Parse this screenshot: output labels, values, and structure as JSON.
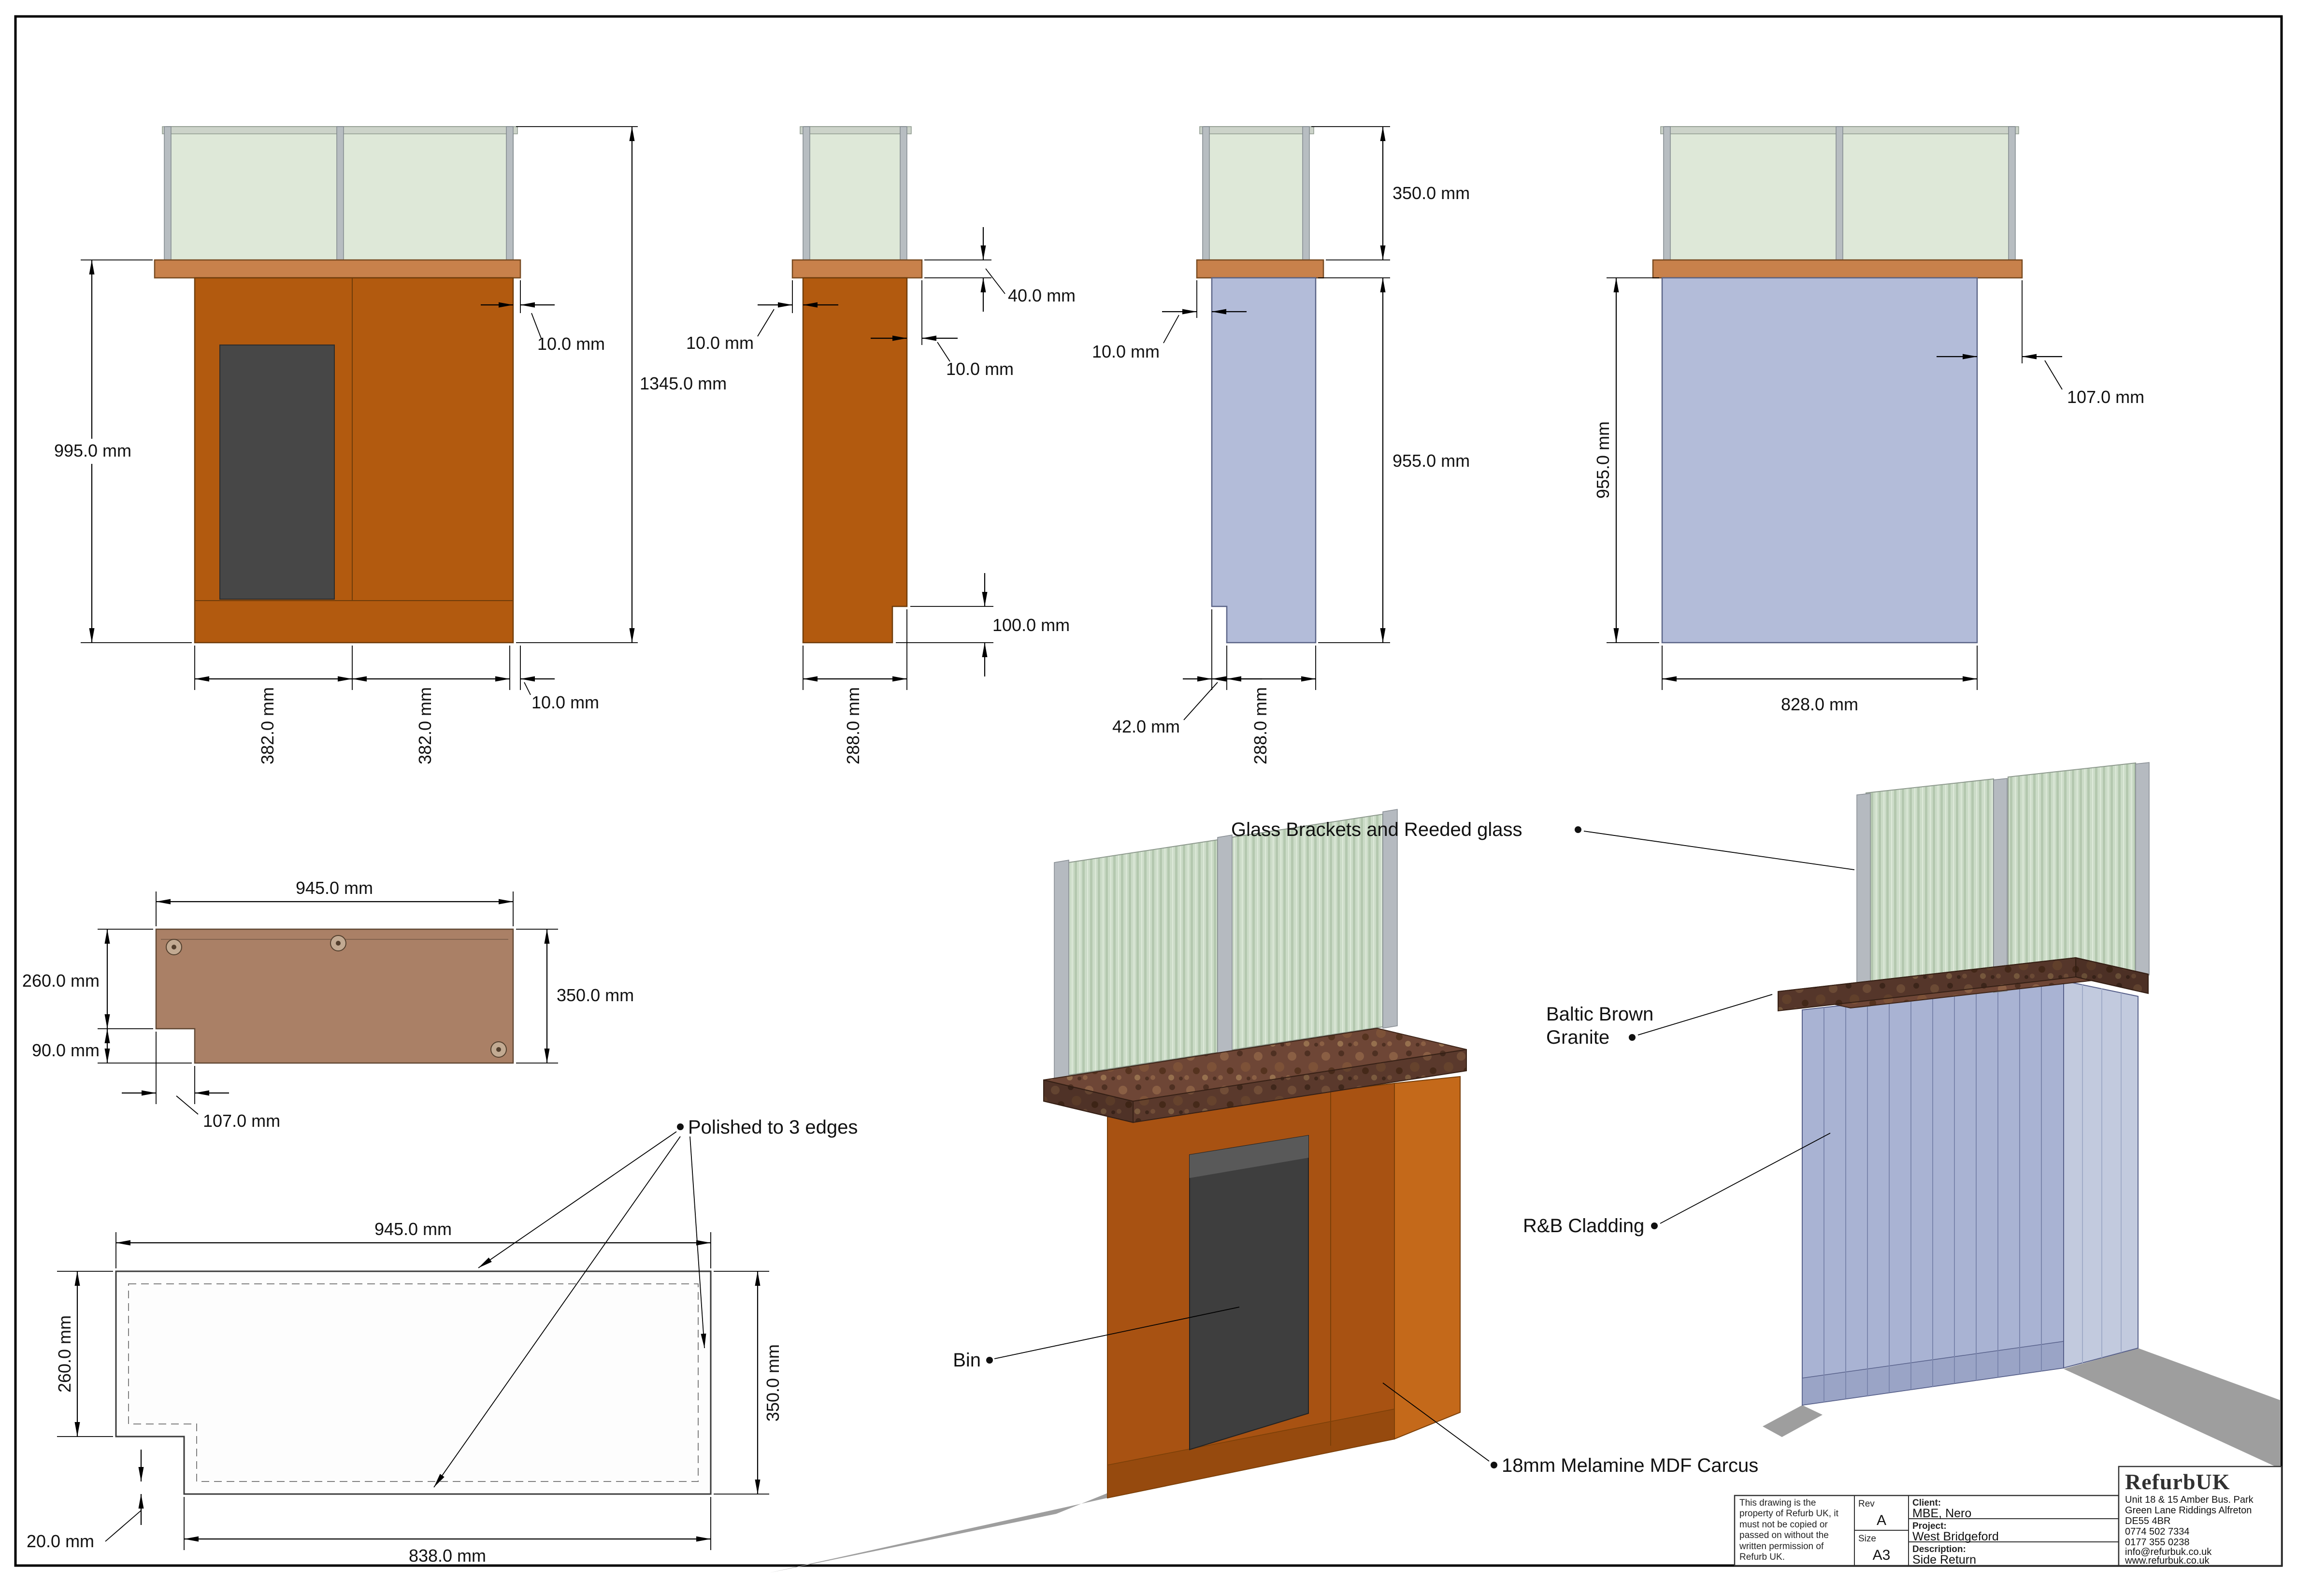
{
  "sheet": {
    "background": "#ffffff",
    "border_color": "#000000"
  },
  "dims": {
    "front": {
      "height": "995.0 mm",
      "overall_height": "1345.0 mm",
      "top_overhang": "10.0 mm",
      "bay_left": "382.0 mm",
      "bay_right": "382.0 mm",
      "bottom_gap": "10.0 mm"
    },
    "side_a": {
      "left_overhang": "10.0 mm",
      "worktop_thickness": "40.0 mm",
      "right_overhang": "10.0 mm",
      "plinth_height": "100.0 mm",
      "depth": "288.0 mm"
    },
    "side_b": {
      "glass_height": "350.0 mm",
      "left_overhang": "10.0 mm",
      "body_height": "955.0 mm",
      "notch_width": "42.0 mm",
      "depth": "288.0 mm"
    },
    "rear": {
      "body_height": "955.0 mm",
      "side_overhang": "107.0 mm",
      "width": "828.0 mm"
    },
    "plan_worktop": {
      "width": "945.0 mm",
      "depth_upper": "260.0 mm",
      "notch_depth": "90.0 mm",
      "depth_full": "350.0 mm",
      "notch_width": "107.0 mm"
    },
    "plan_carcass": {
      "width": "945.0 mm",
      "depth_upper": "260.0 mm",
      "depth_full": "350.0 mm",
      "bottom_width": "838.0 mm",
      "edge_offset": "20.0 mm"
    }
  },
  "notes": {
    "polished": "Polished to 3 edges",
    "glass_brackets": "Glass Brackets and Reeded glass",
    "granite_line1": "Baltic Brown",
    "granite_line2": "Granite",
    "cladding": "R&B Cladding",
    "bin": "Bin",
    "carcass": "18mm Melamine MDF Carcus"
  },
  "title_block": {
    "disclaimer": "This drawing is the property of Refurb UK, it must not be copied or passed on without the written permission of Refurb UK.",
    "rev_label": "Rev",
    "rev_value": "A",
    "size_label": "Size",
    "size_value": "A3",
    "client_label": "Client:",
    "client_value": "MBE, Nero",
    "project_label": "Project:",
    "project_value": "West Bridgeford",
    "description_label": "Description:",
    "description_value": "Side Return",
    "logo": "RefurbUK",
    "address_line1": "Unit 18 & 15 Amber Bus. Park",
    "address_line2": "Green Lane Riddings Alfreton",
    "address_line3": "DE55 4BR",
    "address_line4": "0774 502 7334",
    "address_line5": "0177 355 0238",
    "address_line6": "info@refurbuk.co.uk",
    "address_line7": "www.refurbuk.co.uk"
  },
  "colors": {
    "carcass_orange": "#b25a0f",
    "carcass_orange_side": "#c4691a",
    "worktop_edge": "#c8814b",
    "cladding_blue": "#b3bcd9",
    "cladding_blue_light": "#c2cade",
    "glass_green": "#dee8d8",
    "granite_brown": "#6e4636",
    "bin_grey": "#3e3e3e",
    "shadow_grey": "#9e9e9e",
    "plan_top_brown": "#aa8066"
  }
}
